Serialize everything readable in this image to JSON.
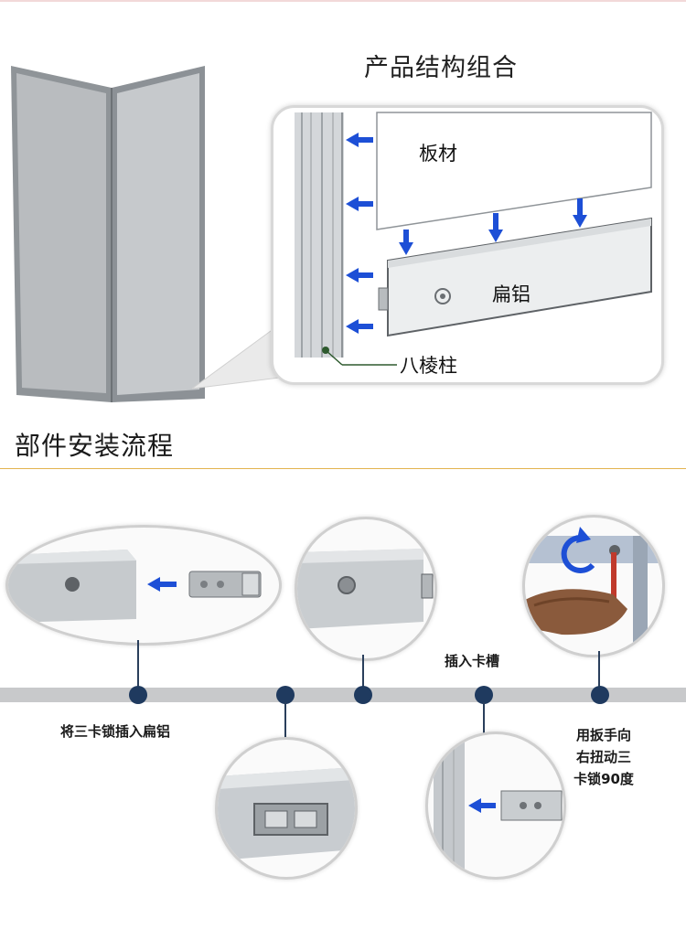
{
  "structure_section": {
    "title": "产品结构组合",
    "labels": {
      "panel": "板材",
      "flat_aluminum": "扁铝",
      "octagonal_post": "八棱柱"
    }
  },
  "install_section": {
    "title": "部件安装流程",
    "steps": {
      "step1": "将三卡锁插入扁铝",
      "step4": "插入卡槽",
      "step5_lines": [
        "用扳手向",
        "右扭动三",
        "卡锁90度"
      ]
    }
  },
  "colors": {
    "accent_blue": "#1d4fd6",
    "timeline_dot": "#1f3a5f",
    "divider_gold": "#e3b34f"
  }
}
